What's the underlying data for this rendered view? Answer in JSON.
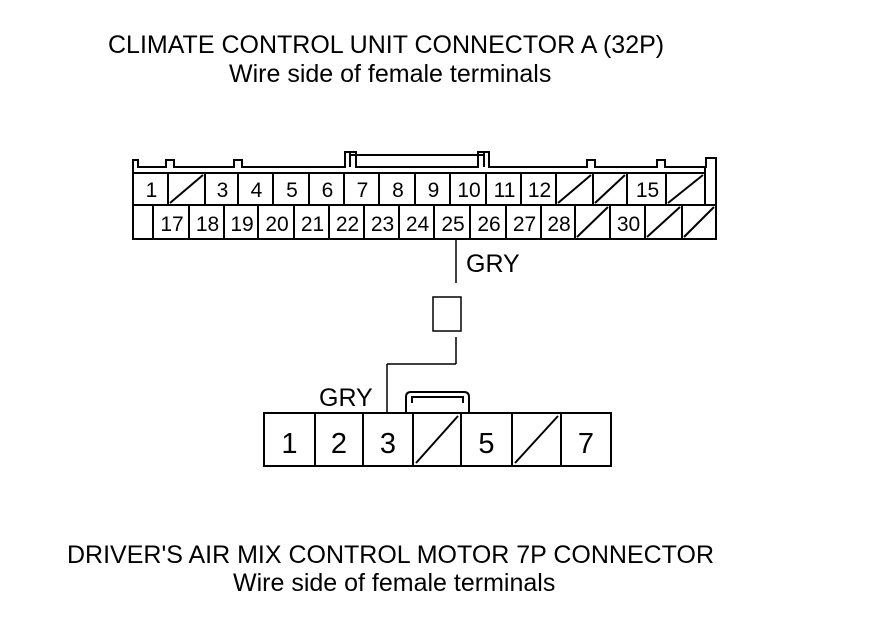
{
  "top_connector": {
    "title": "CLIMATE CONTROL UNIT CONNECTOR A (32P)",
    "subtitle": "Wire side of female terminals",
    "row1": [
      "1",
      "",
      "3",
      "4",
      "5",
      "6",
      "7",
      "8",
      "9",
      "10",
      "11",
      "12",
      "",
      "",
      "15",
      ""
    ],
    "row2": [
      "",
      "17",
      "18",
      "19",
      "20",
      "21",
      "22",
      "23",
      "24",
      "25",
      "26",
      "27",
      "28",
      "",
      "30",
      "",
      ""
    ]
  },
  "wire": {
    "top_label": "GRY",
    "bottom_label": "GRY"
  },
  "bottom_connector": {
    "title": "DRIVER'S AIR MIX CONTROL MOTOR 7P CONNECTOR",
    "subtitle": "Wire side of female terminals",
    "pins": [
      "1",
      "2",
      "3",
      "",
      "5",
      "",
      "7"
    ]
  }
}
